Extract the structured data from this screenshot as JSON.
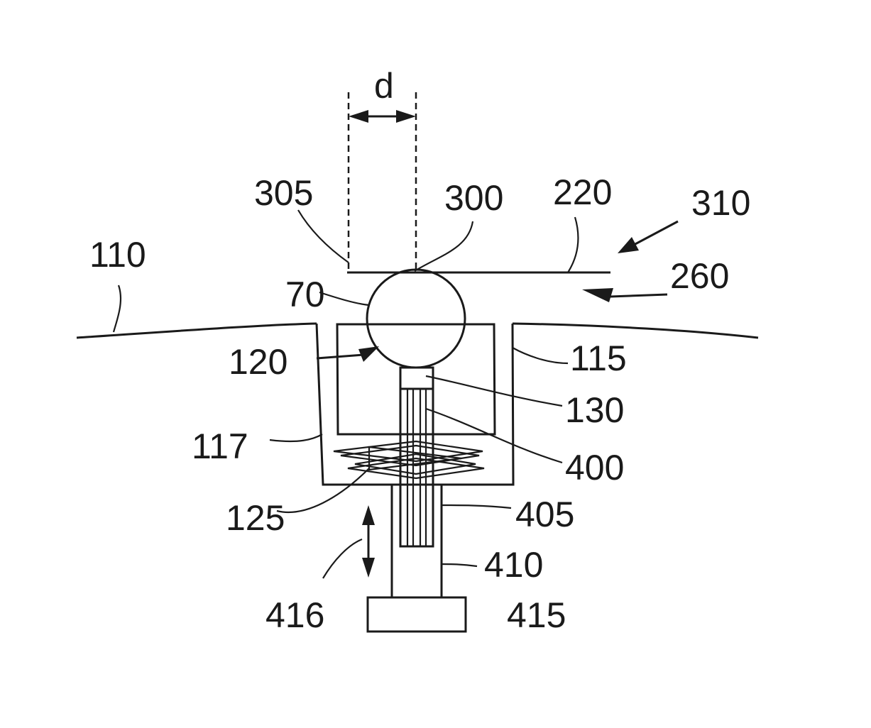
{
  "figure": {
    "labels": {
      "d": "d",
      "l305": "305",
      "l300": "300",
      "l220": "220",
      "l310": "310",
      "l110": "110",
      "l260": "260",
      "l70": "70",
      "l120": "120",
      "l115": "115",
      "l130": "130",
      "l117": "117",
      "l400": "400",
      "l125": "125",
      "l405": "405",
      "l410": "410",
      "l416": "416",
      "l415": "415"
    }
  }
}
